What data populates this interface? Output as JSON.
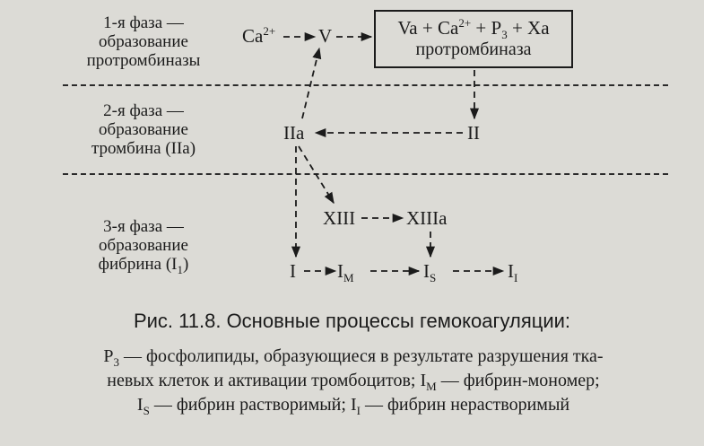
{
  "phases": [
    {
      "line1": "1-я фаза —",
      "line2": "образование",
      "line3": "протромбиназы"
    },
    {
      "line1": "2-я фаза —",
      "line2": "образование",
      "line3": "тромбина (IIa)"
    },
    {
      "line1": "3-я фаза —",
      "line2": "образование",
      "line3": "фибрина (I",
      "line3_sub": "1",
      "line3_end": ")"
    }
  ],
  "nodes": {
    "ca": {
      "base": "Ca",
      "sup": "2+"
    },
    "v": "V",
    "complex": {
      "va": "Va + Ca",
      "sup": "2+",
      "p": " + P",
      "p_sub": "3",
      "xa": " + Xa"
    },
    "complex_name": "протромбиназа",
    "ii": "II",
    "iia": "IIa",
    "xiii": "XIII",
    "xiiia": "XIIIa",
    "i": "I",
    "im": {
      "base": "I",
      "sub": "M"
    },
    "is": {
      "base": "I",
      "sub": "S"
    },
    "ii_final": {
      "base": "I",
      "sub": "I"
    }
  },
  "caption": "Рис. 11.8. Основные процессы гемокоагуляции:",
  "legend": {
    "p3": "P",
    "p3_sub": "3",
    "p3_text": " — фосфолипиды, образующиеся в результате разрушения тка-",
    "line2a": "невых клеток и активации тромбоцитов; ",
    "im_base": "I",
    "im_sub": "M",
    "im_text": " — фибрин-мономер;",
    "is_base": "I",
    "is_sub": "S",
    "is_text": " — фибрин растворимый; ",
    "ii_base": "I",
    "ii_sub": "I",
    "ii_text": " — фибрин нерастворимый"
  }
}
